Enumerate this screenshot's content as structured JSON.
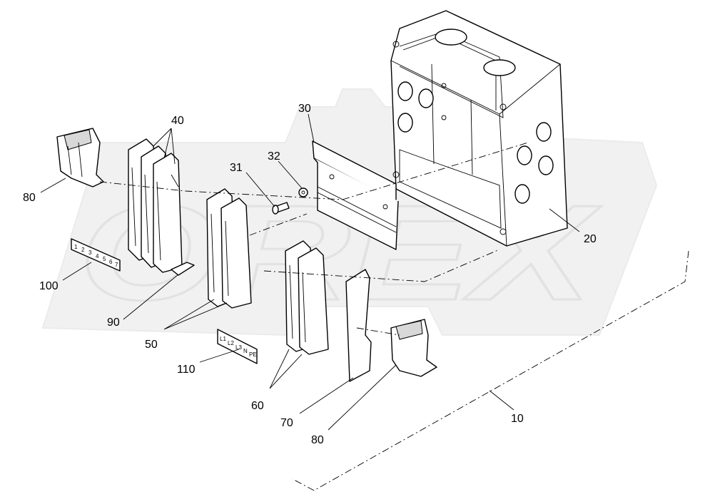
{
  "diagram": {
    "callouts": {
      "p10": "10",
      "p20": "20",
      "p30": "30",
      "p31": "31",
      "p32": "32",
      "p40": "40",
      "p50": "50",
      "p60": "60",
      "p70": "70",
      "p80_left": "80",
      "p80_right": "80",
      "p90": "90",
      "p100": "100",
      "p110": "110"
    },
    "marker_strip_100": [
      "1",
      "2",
      "3",
      "4",
      "5",
      "6",
      "7"
    ],
    "marker_strip_110": [
      "L1",
      "L2",
      "L3",
      "N",
      "PE"
    ]
  },
  "watermark": {
    "text": "OREX"
  }
}
